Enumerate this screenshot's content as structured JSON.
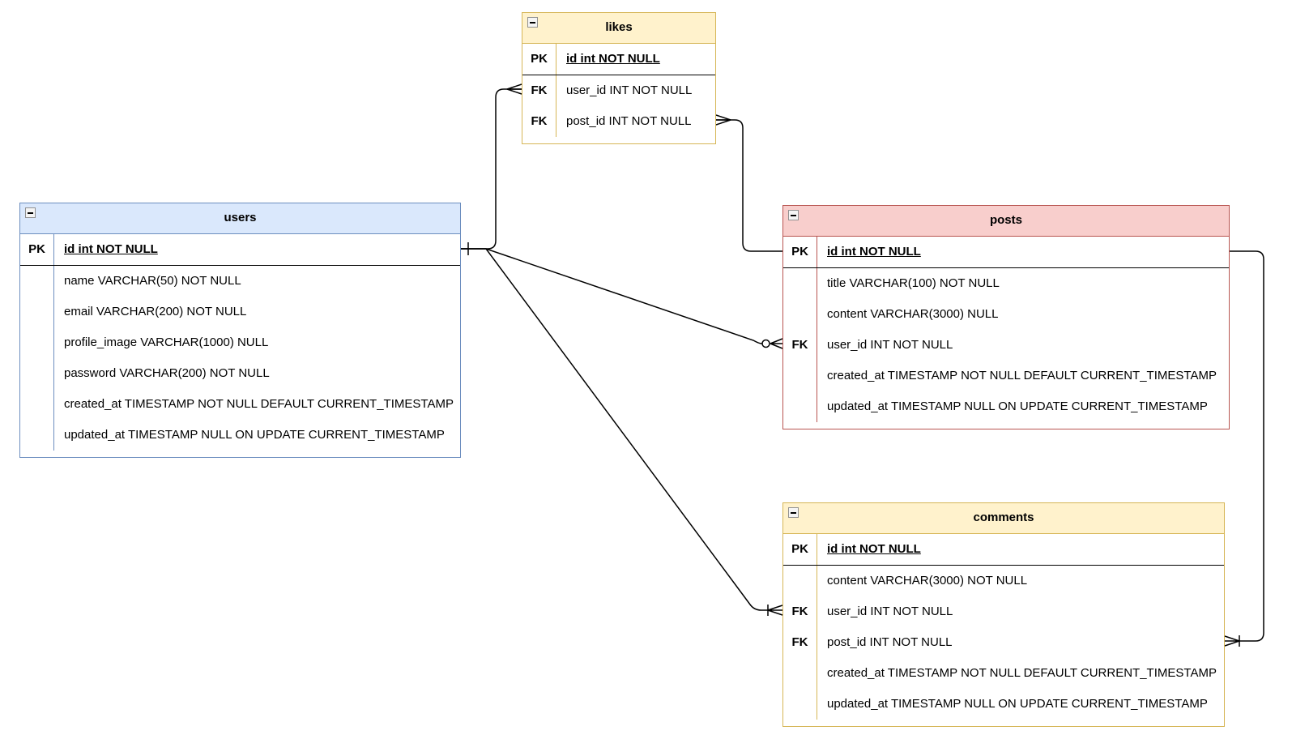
{
  "diagram": {
    "type": "entity-relationship-diagram",
    "background": "#ffffff",
    "collapse_icon": "minus-icon"
  },
  "tables": [
    {
      "id": "likes",
      "title": "likes",
      "theme": {
        "fill": "#FFF2CC",
        "stroke": "#D6B656"
      },
      "rows": [
        {
          "key": "PK",
          "field": "id int NOT NULL",
          "primary": true
        },
        {
          "key": "FK",
          "field": "user_id INT NOT NULL",
          "primary": false
        },
        {
          "key": "FK",
          "field": "post_id INT NOT NULL",
          "primary": false
        }
      ]
    },
    {
      "id": "users",
      "title": "users",
      "theme": {
        "fill": "#DAE8FC",
        "stroke": "#6C8EBF"
      },
      "rows": [
        {
          "key": "PK",
          "field": "id int NOT NULL",
          "primary": true
        },
        {
          "key": "",
          "field": "name VARCHAR(50) NOT NULL",
          "primary": false
        },
        {
          "key": "",
          "field": "email VARCHAR(200) NOT NULL",
          "primary": false
        },
        {
          "key": "",
          "field": "profile_image VARCHAR(1000) NULL",
          "primary": false
        },
        {
          "key": "",
          "field": "password VARCHAR(200) NOT NULL",
          "primary": false
        },
        {
          "key": "",
          "field": "created_at TIMESTAMP NOT NULL DEFAULT CURRENT_TIMESTAMP",
          "primary": false
        },
        {
          "key": "",
          "field": "updated_at TIMESTAMP NULL ON UPDATE CURRENT_TIMESTAMP",
          "primary": false
        }
      ]
    },
    {
      "id": "posts",
      "title": "posts",
      "theme": {
        "fill": "#F8CECC",
        "stroke": "#B85450"
      },
      "rows": [
        {
          "key": "PK",
          "field": "id int NOT NULL",
          "primary": true
        },
        {
          "key": "",
          "field": "title VARCHAR(100) NOT NULL",
          "primary": false
        },
        {
          "key": "",
          "field": "content VARCHAR(3000) NULL",
          "primary": false
        },
        {
          "key": "FK",
          "field": "user_id INT NOT NULL",
          "primary": false
        },
        {
          "key": "",
          "field": "created_at TIMESTAMP NOT NULL DEFAULT CURRENT_TIMESTAMP",
          "primary": false
        },
        {
          "key": "",
          "field": "updated_at TIMESTAMP NULL ON UPDATE CURRENT_TIMESTAMP",
          "primary": false
        }
      ]
    },
    {
      "id": "comments",
      "title": "comments",
      "theme": {
        "fill": "#FFF2CC",
        "stroke": "#D6B656"
      },
      "rows": [
        {
          "key": "PK",
          "field": "id int NOT NULL",
          "primary": true
        },
        {
          "key": "",
          "field": "content VARCHAR(3000) NOT NULL",
          "primary": false
        },
        {
          "key": "FK",
          "field": "user_id INT NOT NULL",
          "primary": false
        },
        {
          "key": "FK",
          "field": "post_id INT NOT NULL",
          "primary": false
        },
        {
          "key": "",
          "field": "created_at TIMESTAMP NOT NULL DEFAULT CURRENT_TIMESTAMP",
          "primary": false
        },
        {
          "key": "",
          "field": "updated_at TIMESTAMP NULL ON UPDATE CURRENT_TIMESTAMP",
          "primary": false
        }
      ]
    }
  ],
  "relationships": [
    {
      "id": "likes-user_id-users-id",
      "from": "users.id",
      "to": "likes.user_id",
      "from_cardinality": "one",
      "to_cardinality": "many"
    },
    {
      "id": "likes-post_id-posts-id",
      "from": "posts.id",
      "to": "likes.post_id",
      "from_cardinality": "one",
      "to_cardinality": "many"
    },
    {
      "id": "posts-user_id-users-id",
      "from": "users.id",
      "to": "posts.user_id",
      "from_cardinality": "one",
      "to_cardinality": "zero-or-many"
    },
    {
      "id": "comments-user_id-users-id",
      "from": "users.id",
      "to": "comments.user_id",
      "from_cardinality": "one",
      "to_cardinality": "one-or-many"
    },
    {
      "id": "comments-post_id-posts-id",
      "from": "posts.id",
      "to": "comments.post_id",
      "from_cardinality": "one",
      "to_cardinality": "one-or-many"
    }
  ]
}
